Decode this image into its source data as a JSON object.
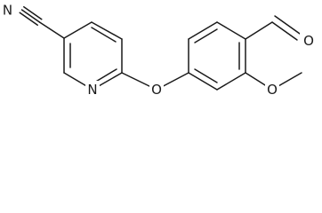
{
  "atoms": {
    "nitrile_n": "N",
    "pyridine_n": "N",
    "ether_o": "O",
    "aldehyde_o": "O",
    "methoxy_o": "O"
  }
}
